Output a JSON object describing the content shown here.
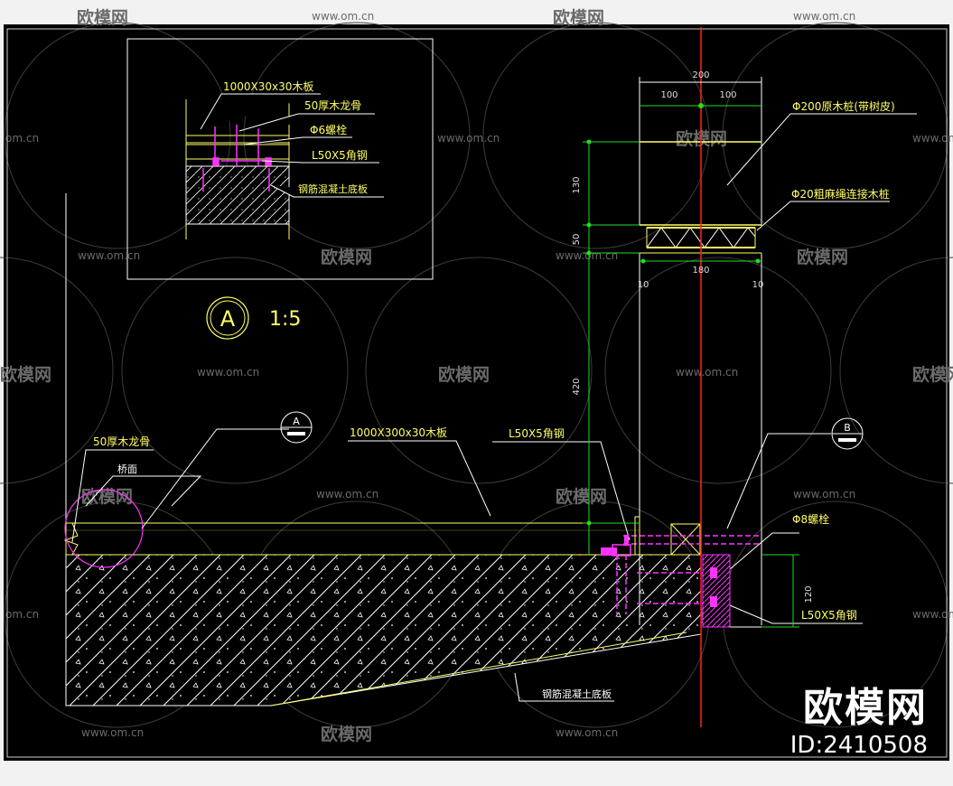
{
  "colors": {
    "bg": "#000000",
    "frame": "#f2f2f2",
    "yellow": "#ffff66",
    "white": "#ffffff",
    "green": "#22dd22",
    "red": "#ff2222",
    "magenta": "#ff33ff",
    "dim_text": "#dddddd",
    "watermark": "#6a6a6a"
  },
  "watermark": {
    "brand": "欧模网",
    "domain": "www.om.cn",
    "domain_short": "om.cn"
  },
  "detail_a": {
    "marker": "A",
    "scale": "1:5",
    "labels": {
      "board": "1000X30x30木板",
      "keel": "50厚木龙骨",
      "bolt": "Φ6螺栓",
      "angle": "L50X5角钢",
      "slab": "钢筋混凝土底板"
    }
  },
  "section": {
    "keel": "50厚木龙骨",
    "bridge": "桥面",
    "board": "1000X300x30木板",
    "angle_top": "L50X5角钢",
    "slab": "钢筋混凝土底板",
    "callout_a": "A",
    "callout_b": "B",
    "bolt": "Φ8螺栓",
    "angle_right": "L50X5角钢"
  },
  "post": {
    "log_post": "Φ200原木桩(带树皮)",
    "rope": "Φ20粗麻绳连接木桩",
    "dims": {
      "total_width": "200",
      "half_left": "100",
      "half_right": "100",
      "d130": "130",
      "d50": "50",
      "d180": "180",
      "d10_left": "10",
      "d10_right": "10",
      "d420": "420",
      "d120": "120"
    }
  },
  "badge": {
    "brand": "欧模网",
    "id": "ID:2410508"
  }
}
